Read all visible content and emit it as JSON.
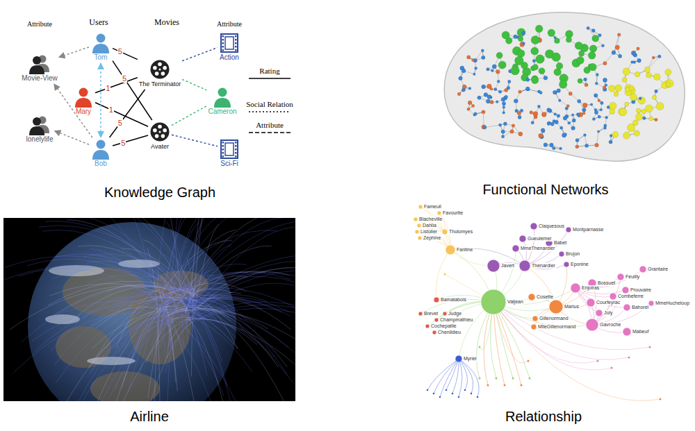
{
  "diagram": {
    "nodes": [
      {
        "text": [
          "Tom"
        ]
      },
      {
        "text": [
          "Mary"
        ]
      },
      {
        "text": [
          "Bob"
        ]
      },
      {
        "text": [
          "The Terminator"
        ]
      },
      {
        "text": [
          "Avater"
        ]
      },
      {
        "text": [
          "Action"
        ]
      },
      {
        "text": [
          "Cameron"
        ]
      },
      {
        "text": [
          "Sci-Fi"
        ]
      },
      {
        "text": [
          "Movie-View"
        ]
      },
      {
        "text": [
          "lonelylife"
        ]
      }
    ],
    "edges": [
      {
        "from": 0,
        "to": 3,
        "label": "5",
        "arrow": "none"
      },
      {
        "from": 0,
        "to": 4,
        "label": "5",
        "arrow": "none"
      },
      {
        "from": 1,
        "to": 3,
        "label": "1",
        "arrow": "none"
      },
      {
        "from": 1,
        "to": 4,
        "label": "1",
        "arrow": "none"
      },
      {
        "from": 2,
        "to": 3,
        "label": "5",
        "arrow": "none"
      },
      {
        "from": 2,
        "to": 4,
        "label": "5",
        "arrow": "none"
      },
      {
        "from": 0,
        "to": 2,
        "arrow": "both"
      },
      {
        "from": 0,
        "to": 8,
        "arrow": "to"
      },
      {
        "from": 2,
        "to": 8,
        "arrow": "to"
      },
      {
        "from": 2,
        "to": 9,
        "arrow": "to"
      },
      {
        "from": 3,
        "to": 5,
        "arrow": "none"
      },
      {
        "from": 3,
        "to": 6,
        "arrow": "none"
      },
      {
        "from": 4,
        "to": 6,
        "arrow": "none"
      },
      {
        "from": 4,
        "to": 7,
        "arrow": "none"
      }
    ],
    "labels": [
      "Attribute",
      "Users",
      "Movies",
      "Attribute",
      "Knowledge Graph",
      "Functional Networks",
      "Airline",
      "Relationship",
      "Fameuil",
      "Favourite",
      "Blacheville",
      "Dahlia",
      "Listolier",
      "Tholomyes",
      "Zephine",
      "Fantine",
      "Claquesous",
      "Montparnasse",
      "Gueulemer",
      "Babet",
      "MmeThenardier",
      "Brujon",
      "Thenardier",
      "Javert",
      "Eponine",
      "Bamatabois",
      "Valjean",
      "Cosette",
      "Marius",
      "Enjolras",
      "Bossuet",
      "Feuilly",
      "Grantaire",
      "Prouvaire",
      "Combeferre",
      "Courfeyrac",
      "Bahorel",
      "MmeHucheloup",
      "Joly",
      "Gavroche",
      "Mabeuf",
      "Gillenormand",
      "MlleGillenormand",
      "Brevet",
      "Judge",
      "Champmathieu",
      "Cochepaille",
      "Chenildieu",
      "Myriel"
    ],
    "legend": [
      {
        "text": "Rating"
      },
      {
        "text": "Social Relation"
      },
      {
        "text": "Attribute"
      }
    ]
  }
}
